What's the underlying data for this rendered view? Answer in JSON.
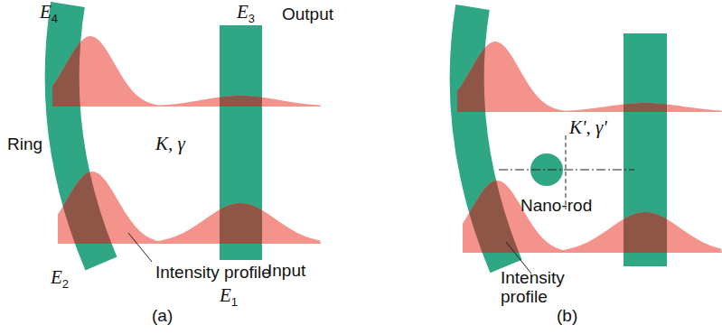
{
  "diagram": {
    "labels": [
      "E4",
      "E3",
      "Output",
      "Ring",
      "K, γ",
      "Intensity profile",
      "E2",
      "Input",
      "E1",
      "(a)",
      "K', γ'",
      "Nano-rod",
      "Intensity profile",
      "(b)"
    ]
  }
}
